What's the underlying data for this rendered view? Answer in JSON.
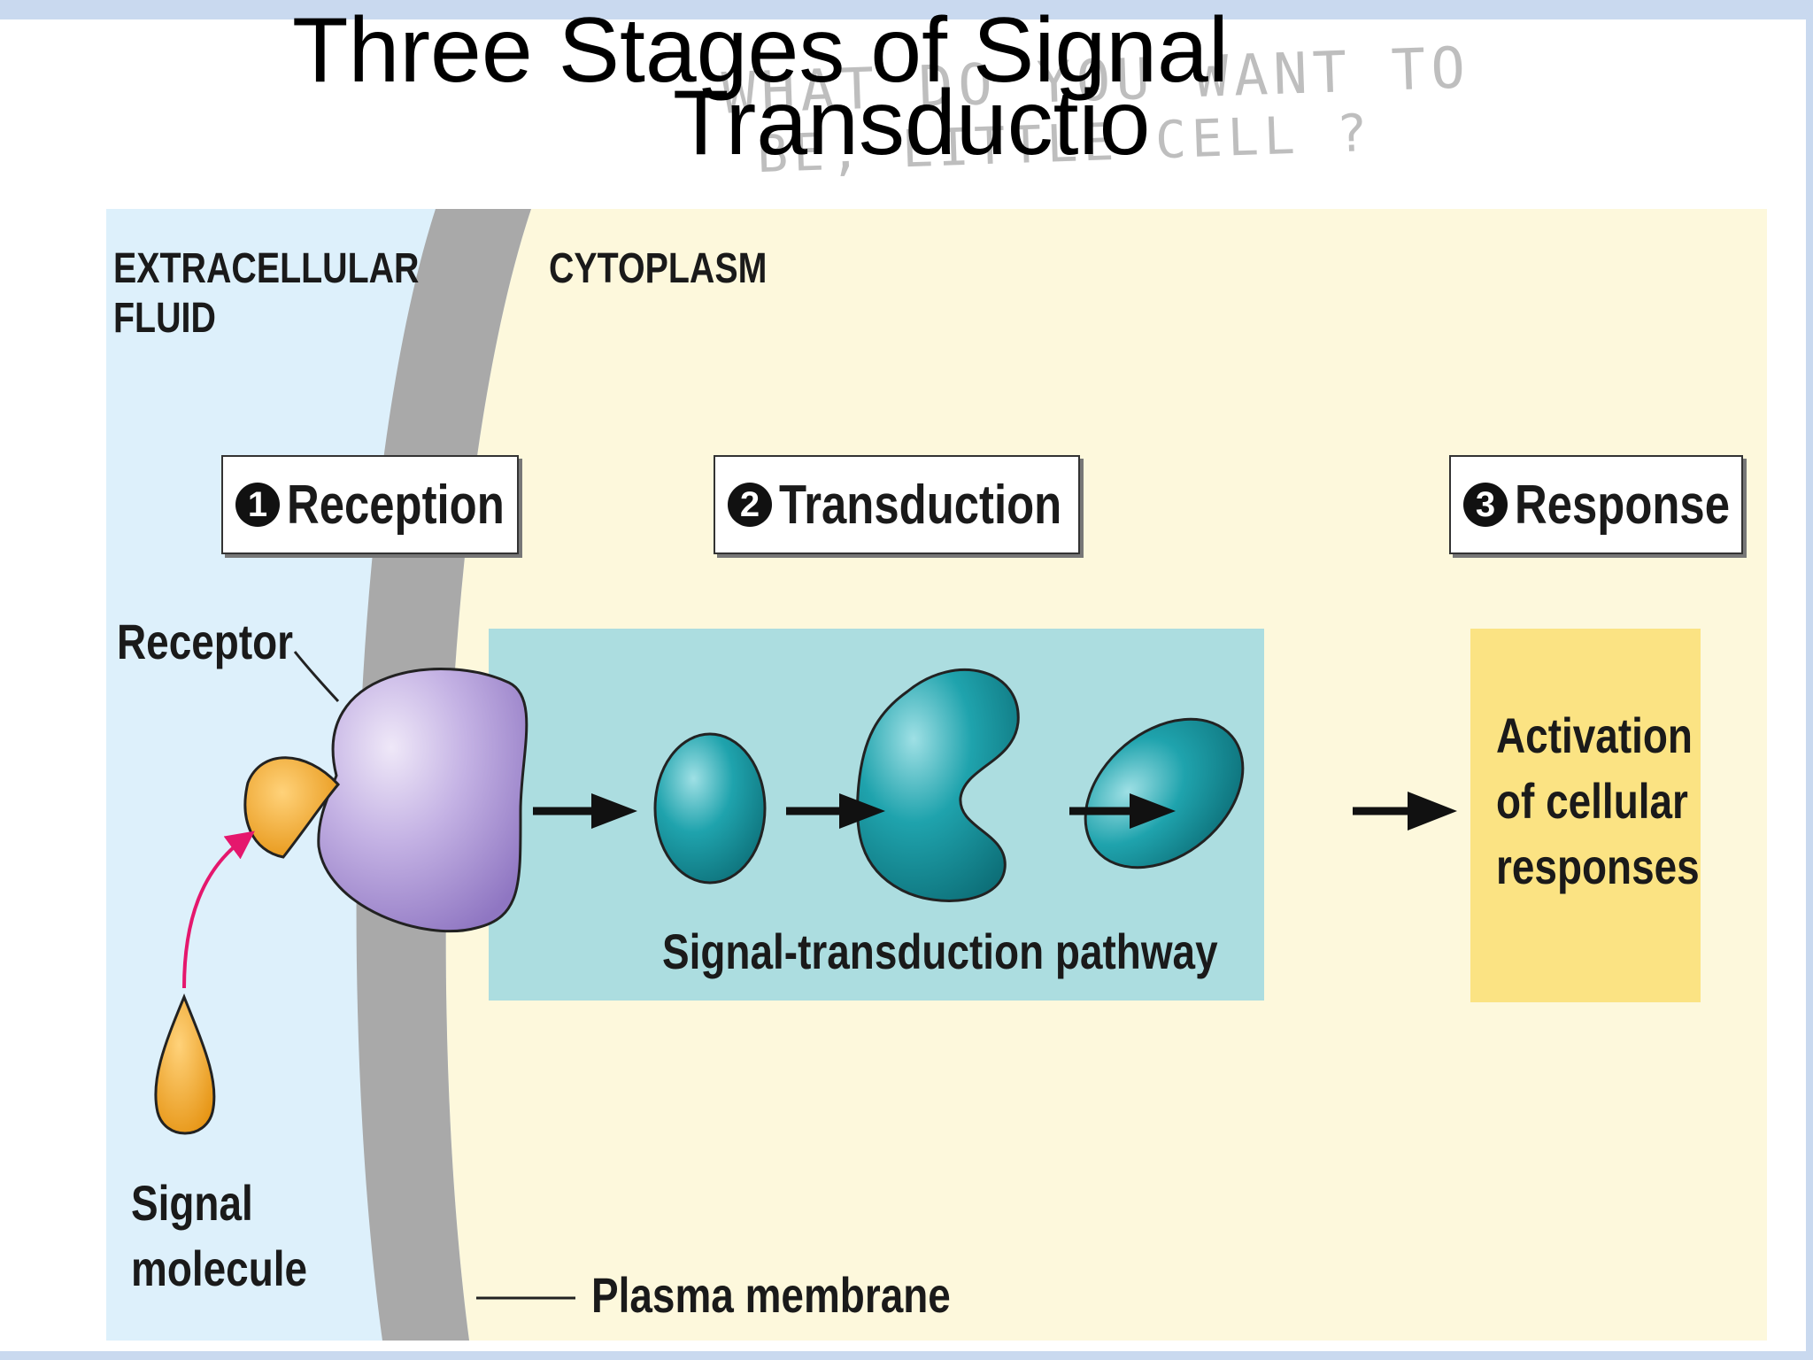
{
  "slide": {
    "title_line1": "Three Stages of Signal",
    "title_line2": "Transductio",
    "handwritten_line1": "WHAT DO YOU WANT TO",
    "handwritten_line2": "BE, LITTLE CELL ?"
  },
  "diagram": {
    "regions": {
      "extracellular": "EXTRACELLULAR\nFLUID",
      "cytoplasm": "CYTOPLASM"
    },
    "stages": [
      {
        "number": "1",
        "label": "Reception"
      },
      {
        "number": "2",
        "label": "Transduction"
      },
      {
        "number": "3",
        "label": "Response"
      }
    ],
    "labels": {
      "receptor": "Receptor",
      "signal_molecule": "Signal\nmolecule",
      "pathway": "Signal-transduction pathway",
      "response": "Activation\nof cellular\nresponses",
      "plasma_membrane": "Plasma membrane"
    },
    "colors": {
      "extracellular": "#ddf0fb",
      "cytoplasm": "#fdf8dc",
      "membrane": "#a9a9a9",
      "receptor": "#b9a3dd",
      "signal_molecule": "#f2a920",
      "relay_protein": "#1b9ea8",
      "pathway_box": "#acdde0",
      "response_box": "#fbe383",
      "arrow_curved": "#e5176d"
    }
  }
}
